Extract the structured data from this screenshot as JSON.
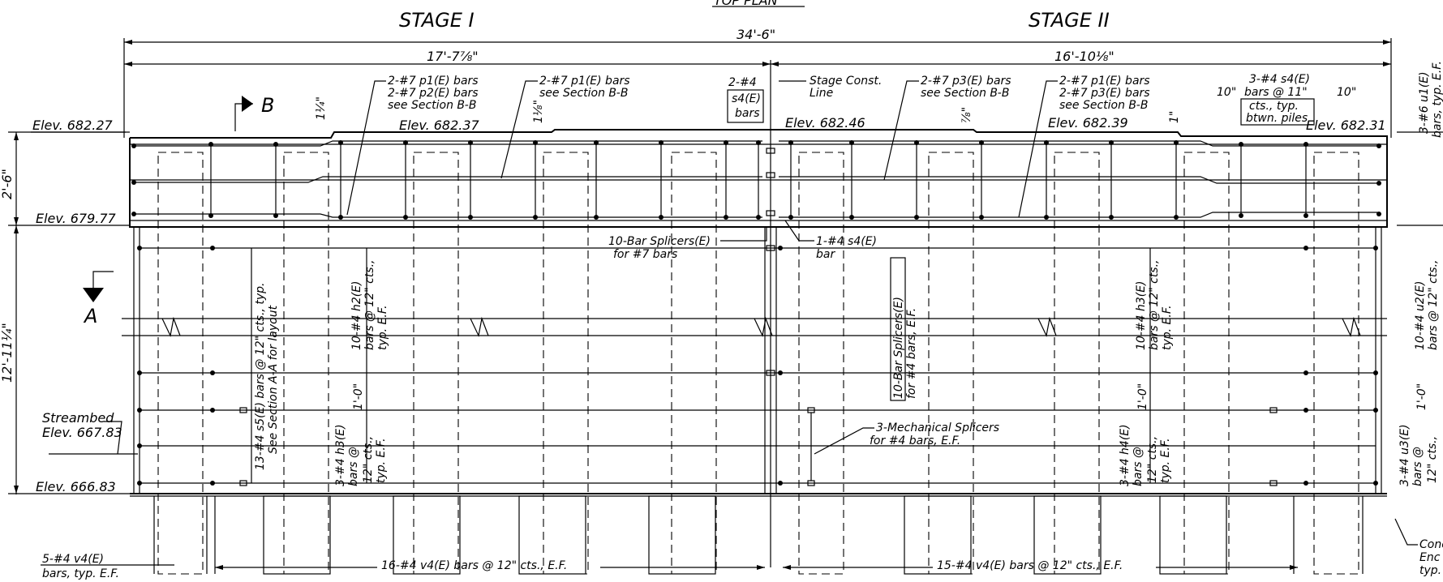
{
  "title_top": "TOP PLAN",
  "stage_1": "STAGE I",
  "stage_2": "STAGE II",
  "dims": {
    "overall": "34'-6\"",
    "stage_1_len": "17'-7⅞\"",
    "stage_2_len": "16'-10⅛\"",
    "cap_depth": "2'-6\"",
    "wall_height": "12'-11¼\"",
    "step_1": "1¼\"",
    "step_2": "1⅛\"",
    "step_3": "⅞\"",
    "step_4": "1\"",
    "one_foot": "1'-0\""
  },
  "elevations": {
    "e1": "Elev. 682.27",
    "e2": "Elev. 682.37",
    "e3": "Elev. 682.46",
    "e4": "Elev. 682.39",
    "e5": "Elev. 682.31",
    "e6": "Elev. 679.77",
    "e7": "Elev. 666.83"
  },
  "streambed": [
    "Streambed",
    "Elev. 667.83"
  ],
  "section_b": "B",
  "section_a": "A",
  "notes": {
    "p1p2": [
      "2-#7 p1(E) bars",
      "2-#7 p2(E) bars",
      "see Section B-B"
    ],
    "p1": [
      "2-#7 p1(E) bars",
      "see Section B-B"
    ],
    "s4a": [
      "2-#4",
      "s4(E)",
      "bars"
    ],
    "stage_line": [
      "Stage Const.",
      "Line"
    ],
    "p3": [
      "2-#7 p3(E) bars",
      "see Section B-B"
    ],
    "p1p3": [
      "2-#7 p1(E) bars",
      "2-#7 p3(E) bars",
      "see Section B-B"
    ],
    "s4b": [
      "3-#4 s4(E)",
      "bars @ 11\"",
      "cts., typ.",
      "btwn. piles"
    ],
    "s4b_dims": [
      "10\"",
      "10\""
    ],
    "u1": [
      "3-#6 u1(E)",
      "bars, typ. E.F."
    ],
    "bar_splicers_7": [
      "10-Bar Splicers(E)",
      "for #7 bars"
    ],
    "s4_one": [
      "1-#4 s4(E)",
      "bar"
    ],
    "bar_splicers_4": [
      "10-Bar Splicers(E)",
      "for #4 bars, E.F."
    ],
    "h2": [
      "10-#4 h2(E)",
      "bars @ 12\" cts.,",
      "typ. E.F."
    ],
    "h3a": [
      "10-#4 h3(E)",
      "bars @ 12\" cts.,",
      "typ. E.F."
    ],
    "u2": [
      "10-#4 u2(E)",
      "bars @ 12\" cts.,"
    ],
    "s5": [
      "13-#4 s5(E) bars @ 12\" cts., typ.",
      "See Section A-A for layout"
    ],
    "h3b": [
      "3-#4 h3(E)",
      "bars @",
      "12\" cts.,",
      "typ. E.F."
    ],
    "h4": [
      "3-#4 h4(E)",
      "bars @",
      "12\" cts.,",
      "typ. E.F."
    ],
    "u3": [
      "3-#4 u3(E)",
      "bars @",
      "12\" cts.,"
    ],
    "mech": [
      "3-Mechanical Splicers",
      "for #4 bars, E.F."
    ],
    "v4a": [
      "5-#4 v4(E)",
      "bars, typ. E.F."
    ],
    "v4b": "16-#4 v4(E) bars @ 12\" cts., E.F.",
    "v4c": "15-#4 v4(E) bars @ 12\" cts., E.F.",
    "conc": [
      "Conc",
      "Enc",
      "typ."
    ]
  }
}
